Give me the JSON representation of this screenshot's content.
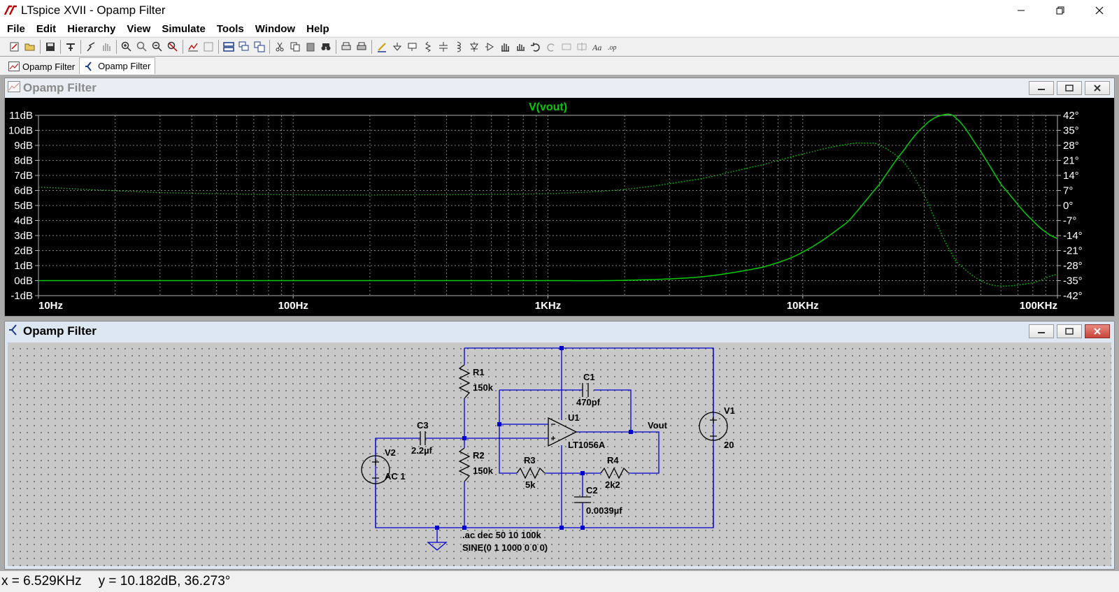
{
  "app": {
    "title": "LTspice XVII - Opamp Filter"
  },
  "menu": [
    "File",
    "Edit",
    "Hierarchy",
    "View",
    "Simulate",
    "Tools",
    "Window",
    "Help"
  ],
  "tabs": [
    {
      "label": "Opamp Filter",
      "icon": "waveform-icon",
      "active": false
    },
    {
      "label": "Opamp Filter",
      "icon": "schematic-icon",
      "active": true
    }
  ],
  "waveform_window": {
    "title": "Opamp Filter"
  },
  "schematic_window": {
    "title": "Opamp Filter"
  },
  "chart_data": {
    "type": "line",
    "title": "V(vout)",
    "xscale": "log",
    "xlim": [
      10,
      100000
    ],
    "x_ticks": [
      "10Hz",
      "100Hz",
      "1KHz",
      "10KHz",
      "100KHz"
    ],
    "y_left_ticks": [
      "11dB",
      "10dB",
      "9dB",
      "8dB",
      "7dB",
      "6dB",
      "5dB",
      "4dB",
      "3dB",
      "2dB",
      "1dB",
      "0dB",
      "-1dB"
    ],
    "y_right_ticks": [
      "42°",
      "35°",
      "28°",
      "21°",
      "14°",
      "7°",
      "0°",
      "-7°",
      "-14°",
      "-21°",
      "-28°",
      "-35°",
      "-42°"
    ],
    "ylim_left": [
      -1,
      11
    ],
    "ylim_right": [
      -42,
      42
    ],
    "grid": true,
    "color": "#00cc00",
    "series": [
      {
        "axis": "left",
        "style": "solid",
        "x": [
          10,
          100,
          1000,
          2000,
          4000,
          7000,
          10000,
          15000,
          20000,
          25000,
          30000,
          35000,
          40000,
          50000,
          60000,
          80000,
          100000
        ],
        "y": [
          0.0,
          0.0,
          0.0,
          0.02,
          0.25,
          0.9,
          1.9,
          3.9,
          6.4,
          8.7,
          10.3,
          11.0,
          10.8,
          8.6,
          6.4,
          4.0,
          2.8
        ]
      },
      {
        "axis": "right",
        "style": "dotted",
        "x": [
          10,
          15,
          30,
          100,
          300,
          1000,
          2000,
          4000,
          7000,
          10000,
          15000,
          18000,
          20000,
          25000,
          30000,
          35000,
          40000,
          50000,
          60000,
          80000,
          100000
        ],
        "y": [
          8.5,
          7.5,
          6.0,
          5.0,
          5.0,
          5.5,
          7.5,
          12.5,
          19.0,
          24.0,
          28.5,
          29.0,
          28.0,
          20.0,
          5.0,
          -13.0,
          -26.0,
          -35.0,
          -37.5,
          -36.0,
          -32.0
        ]
      }
    ]
  },
  "schematic": {
    "components": {
      "R1": {
        "name": "R1",
        "value": "150k"
      },
      "R2": {
        "name": "R2",
        "value": "150k"
      },
      "R3": {
        "name": "R3",
        "value": "5k"
      },
      "R4": {
        "name": "R4",
        "value": "2k2"
      },
      "C1": {
        "name": "C1",
        "value": "470pf"
      },
      "C2": {
        "name": "C2",
        "value": "0.0039µf"
      },
      "C3": {
        "name": "C3",
        "value": "2.2µf"
      },
      "U1": {
        "name": "U1",
        "value": "LT1056A"
      },
      "V1": {
        "name": "V1",
        "value": "20"
      },
      "V2": {
        "name": "V2",
        "value": "AC 1"
      }
    },
    "net_label": "Vout",
    "directive_ac": ".ac dec 50 10 100k",
    "directive_sine": "SINE(0 1 1000 0 0 0)",
    "wire_color": "#0000d0",
    "component_color": "#000000"
  },
  "status": {
    "x": "x = 6.529KHz",
    "y": "y = 10.182dB, 36.273°"
  }
}
